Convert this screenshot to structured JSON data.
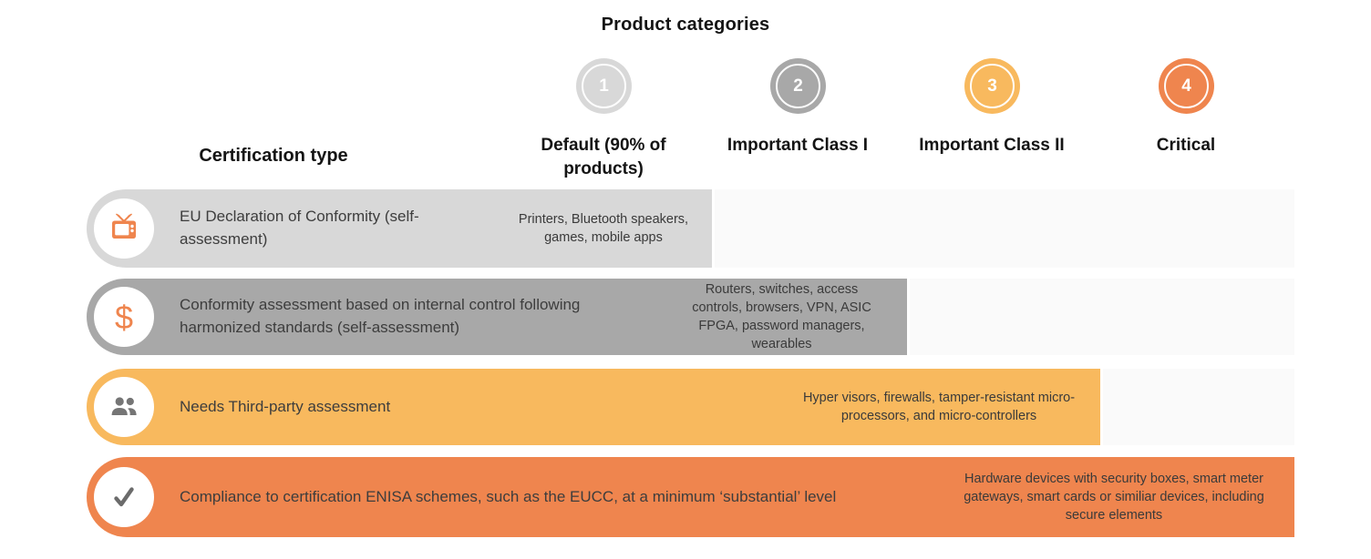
{
  "title": "Product categories",
  "cert_header": "Certification type",
  "columns": [
    {
      "number": "1",
      "label": "Default (90% of products)",
      "color": "#d8d8d8"
    },
    {
      "number": "2",
      "label": "Important Class I",
      "color": "#a8a8a8"
    },
    {
      "number": "3",
      "label": "Important Class II",
      "color": "#f8b95e"
    },
    {
      "number": "4",
      "label": "Critical",
      "color": "#ef854e"
    }
  ],
  "rows": [
    {
      "icon": "tv-icon",
      "label": "EU Declaration of Conformity (self-assessment)",
      "products": "Printers, Bluetooth speakers, games, mobile apps",
      "color": "#d8d8d8"
    },
    {
      "icon": "dollar-icon",
      "label": "Conformity assessment based on internal control following harmonized standards (self-assessment)",
      "products": "Routers, switches, access controls, browsers, VPN, ASIC FPGA, password managers, wearables",
      "color": "#a8a8a8"
    },
    {
      "icon": "people-icon",
      "label": "Needs Third-party assessment",
      "products": "Hyper visors, firewalls, tamper-resistant micro-processors, and micro-controllers",
      "color": "#f8b95e"
    },
    {
      "icon": "check-icon",
      "label": "Compliance to certification ENISA schemes, such as the EUCC, at a minimum ‘substantial’ level",
      "products": "Hardware devices with security boxes, smart meter gateways, smart cards or similiar devices, including secure elements",
      "color": "#ef854e"
    }
  ],
  "icon_colors": {
    "orange": "#ef854e",
    "gray": "#757575",
    "check_gray": "#6b6b6b"
  },
  "track_color": "#fafafa"
}
